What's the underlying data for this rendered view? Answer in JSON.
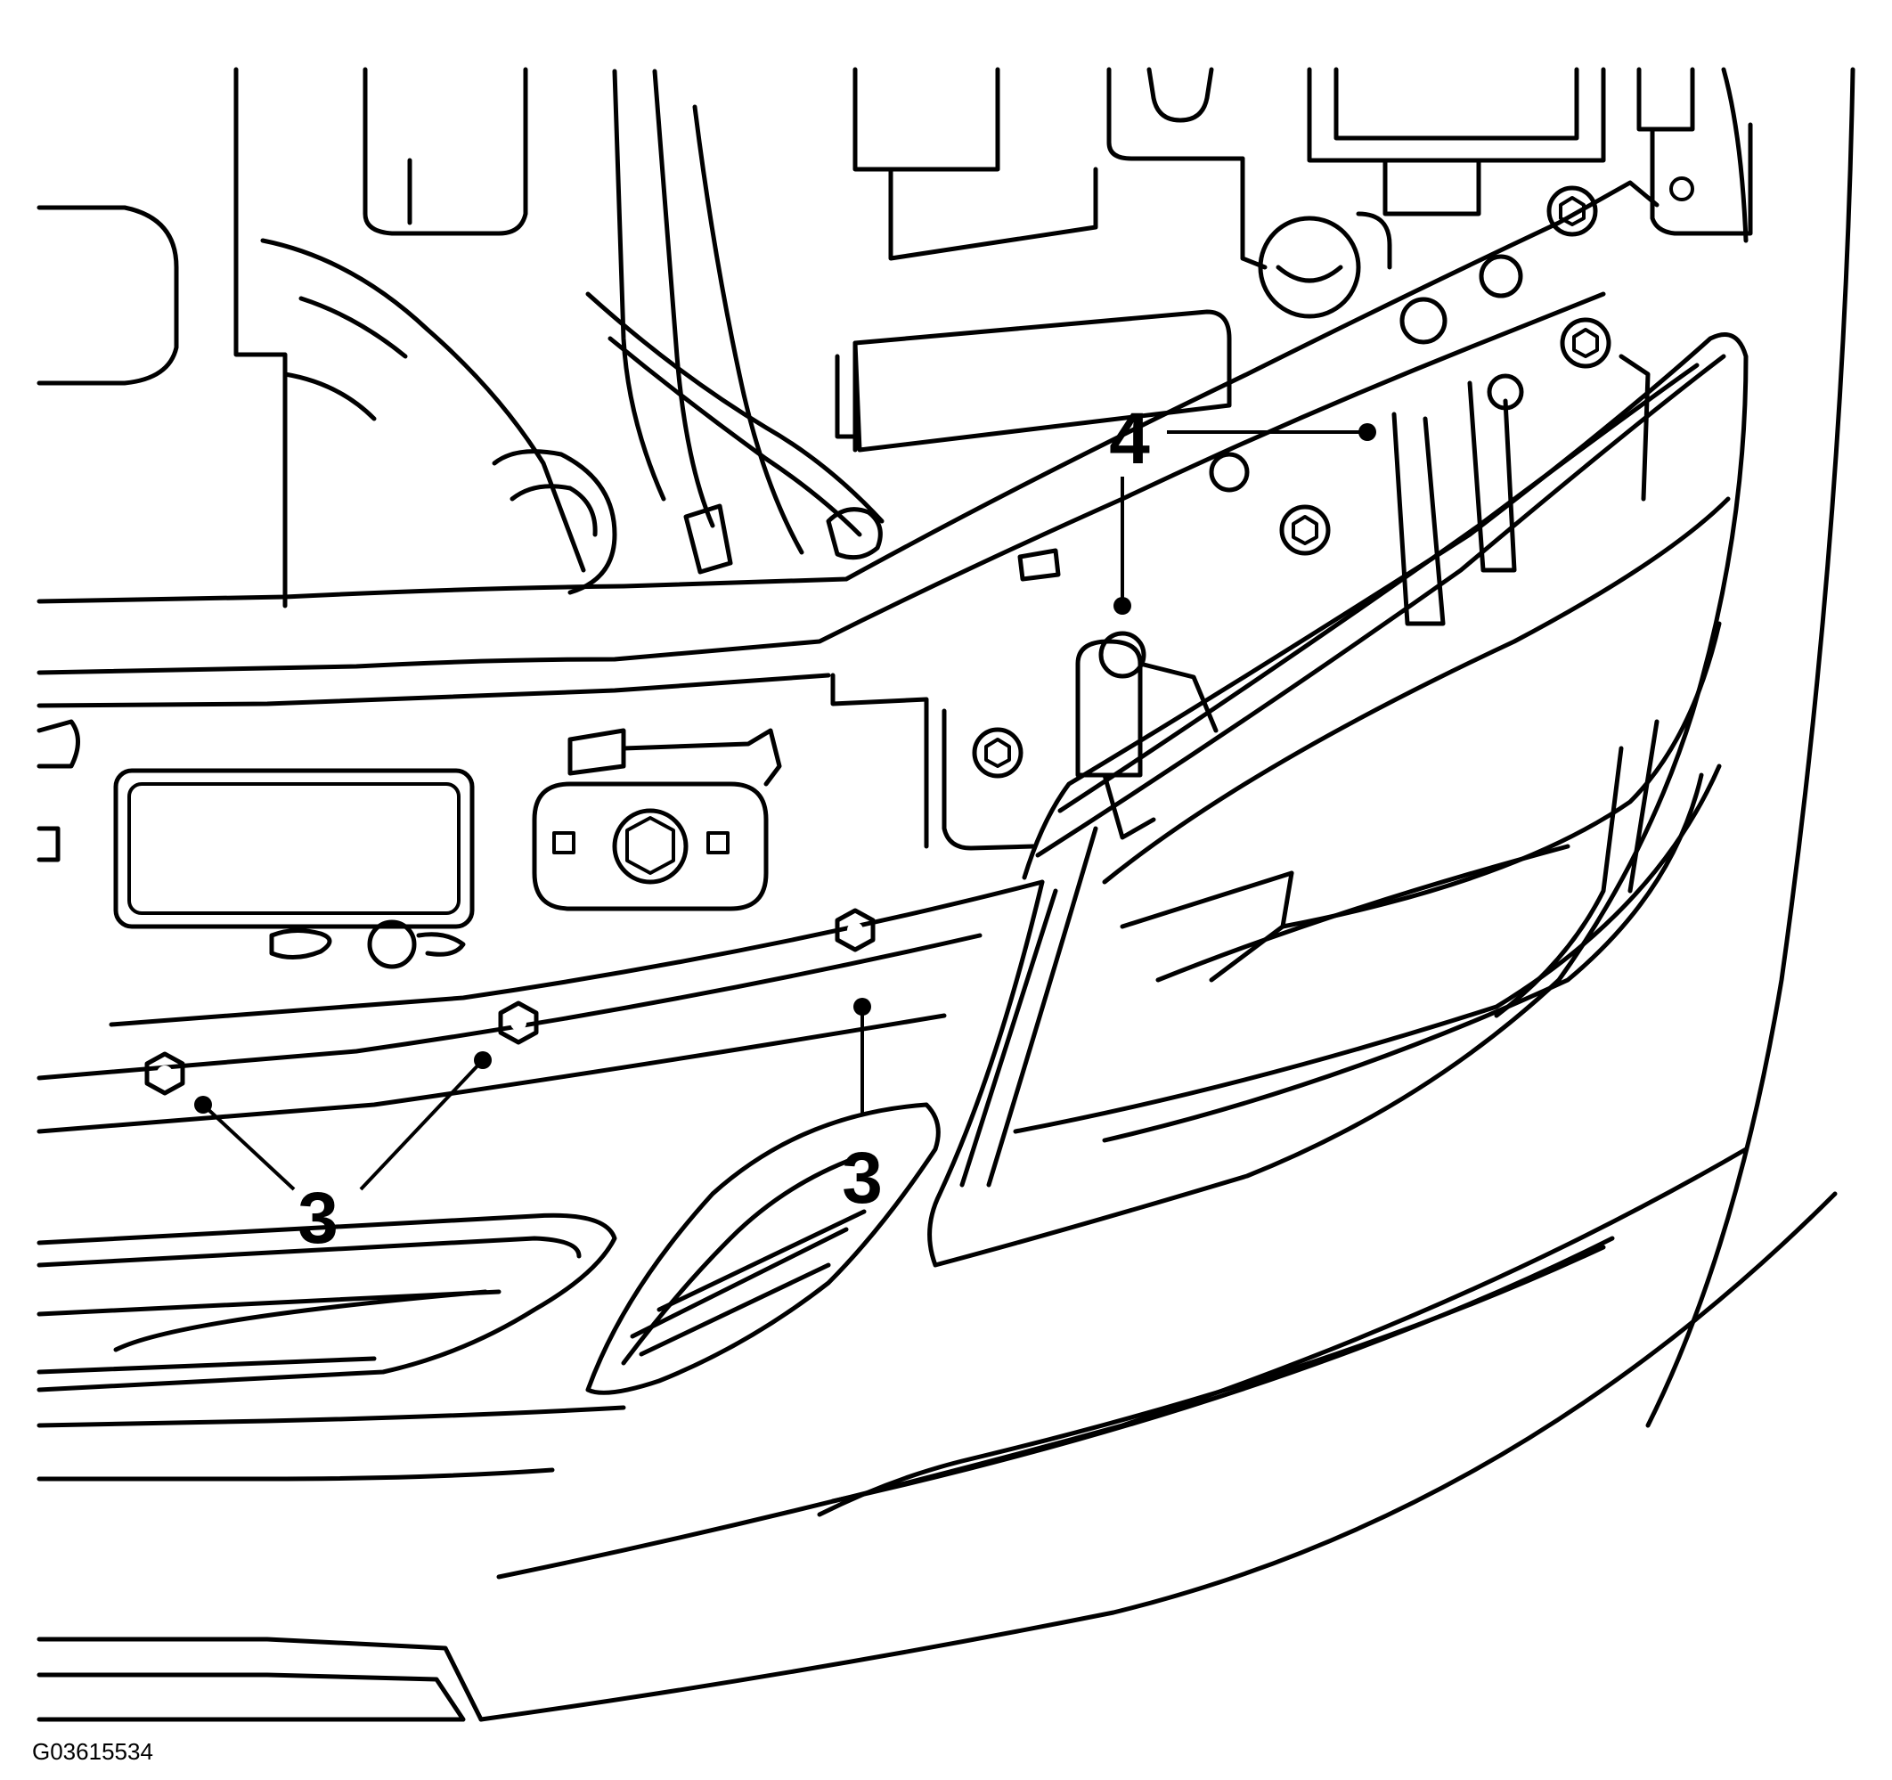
{
  "figure_id": "G03615534",
  "callouts": [
    {
      "label": "3"
    },
    {
      "label": "3"
    },
    {
      "label": "4"
    }
  ],
  "colors": {
    "line": "#000000",
    "background": "#ffffff"
  }
}
